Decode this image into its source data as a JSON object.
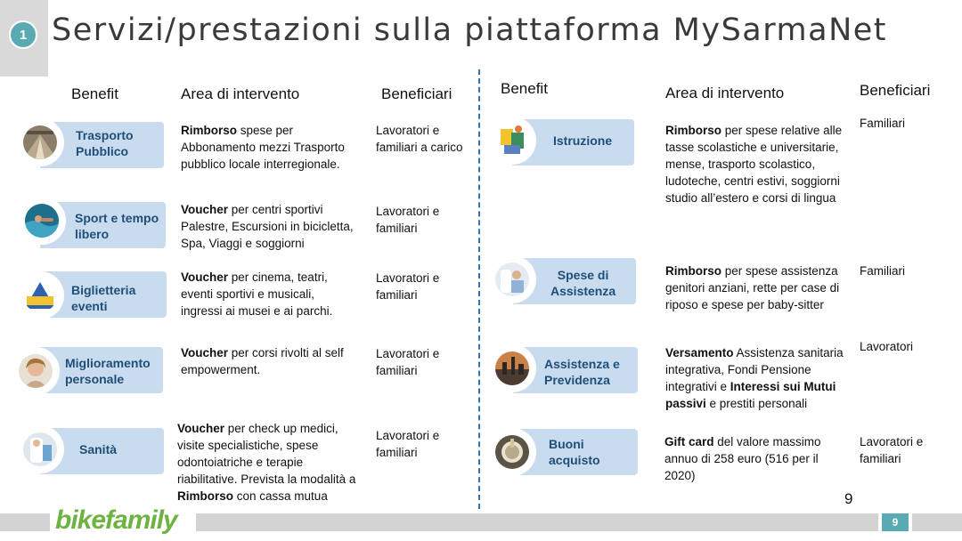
{
  "slide": {
    "badge": "1",
    "title": "Servizi/prestazioni sulla piattaforma MySarmaNet",
    "page_number": "9",
    "footer_number": "9",
    "logo": "bikefamily",
    "accent_color": "#5aaab4",
    "pill_color": "#c9dcef",
    "label_color": "#1f4e79"
  },
  "headers": {
    "left": {
      "benefit": "Benefit",
      "area": "Area di intervento",
      "beneficiari": "Beneficiari"
    },
    "right": {
      "benefit": "Benefit",
      "area": "Area di intervento",
      "beneficiari": "Beneficiari"
    }
  },
  "left_rows": [
    {
      "label_1": "Trasporto",
      "label_2": "Pubblico",
      "icon": "train-icon",
      "area_bold": "Rimborso",
      "area_rest": " spese per Abbonamento mezzi Trasporto pubblico locale interregionale.",
      "beneficiari": "Lavoratori e familiari a carico"
    },
    {
      "label_1": "Sport e tempo",
      "label_2": "libero",
      "icon": "swimming-icon",
      "area_bold": "Voucher",
      "area_rest": " per centri sportivi Palestre, Escursioni in bicicletta, Spa, Viaggi e soggiorni",
      "beneficiari": "Lavoratori e familiari"
    },
    {
      "label_1": "Biglietteria",
      "label_2": "eventi",
      "icon": "ticket-icon",
      "area_bold": "Voucher",
      "area_rest": " per cinema, teatri, eventi sportivi e musicali, ingressi ai musei e ai parchi.",
      "beneficiari": "Lavoratori e familiari"
    },
    {
      "label_1": "Miglioramento",
      "label_2": "personale",
      "icon": "person-icon",
      "area_bold": "Voucher",
      "area_rest": " per corsi rivolti al self empowerment.",
      "beneficiari": "Lavoratori e familiari"
    },
    {
      "label_1": "Sanità",
      "label_2": "",
      "icon": "medical-icon",
      "area_bold": "Voucher",
      "area_rest": " per check up medici, visite specialistiche, spese odontoiatriche e terapie riabilitative. Prevista la modalità a ",
      "area_bold2": "Rimborso",
      "area_rest2": " con cassa mutua",
      "beneficiari": "Lavoratori e familiari"
    }
  ],
  "right_rows": [
    {
      "label_1": "Istruzione",
      "label_2": "",
      "icon": "education-icon",
      "area_bold": "Rimborso",
      "area_rest": " per spese relative alle tasse scolastiche e universitarie, mense, trasporto scolastico, ludoteche, centri estivi, soggiorni studio all’estero e corsi di lingua",
      "beneficiari": "Familiari"
    },
    {
      "label_1": "Spese di",
      "label_2": "Assistenza",
      "icon": "assistance-icon",
      "area_bold": "Rimborso",
      "area_rest": " per spese assistenza genitori anziani, rette per case di riposo e spese per baby-sitter",
      "beneficiari": "Familiari"
    },
    {
      "label_1": "Assistenza e",
      "label_2": "Previdenza",
      "icon": "city-icon",
      "area_bold": "Versamento",
      "area_rest": " Assistenza sanitaria integrativa, Fondi Pensione integrativi e ",
      "area_bold2": "Interessi sui Mutui passivi",
      "area_rest2": " e prestiti personali",
      "beneficiari": "Lavoratori"
    },
    {
      "label_1": "Buoni",
      "label_2": "acquisto",
      "icon": "gift-icon",
      "area_bold": "Gift card",
      "area_rest": " del valore massimo annuo di 258 euro (516 per il 2020)",
      "beneficiari": "Lavoratori e familiari"
    }
  ]
}
